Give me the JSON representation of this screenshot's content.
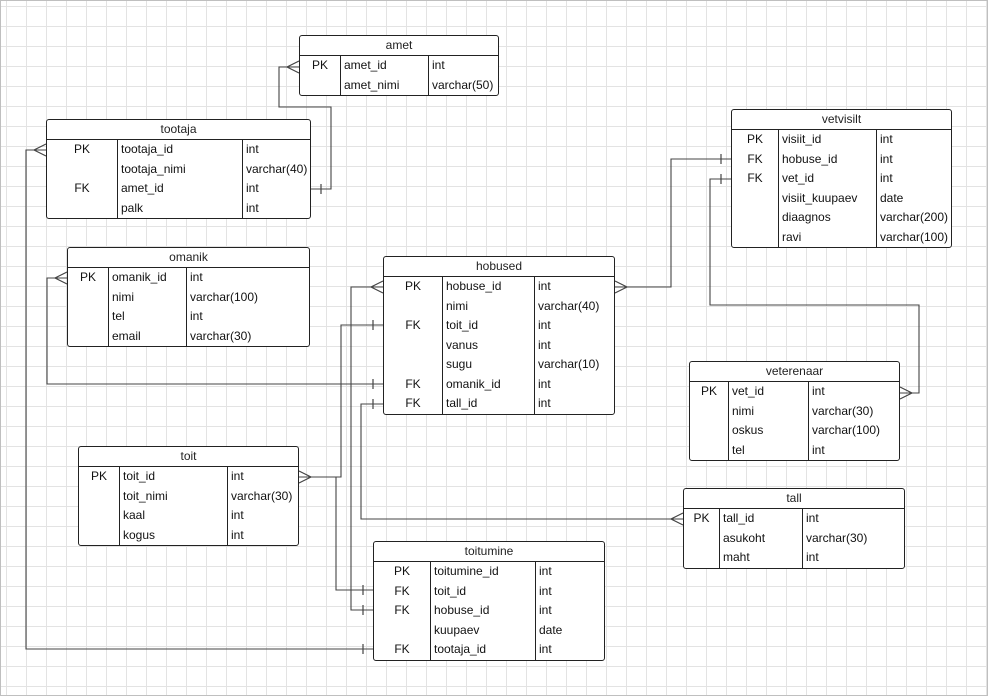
{
  "tables": [
    {
      "id": "amet",
      "title": "amet",
      "rows": [
        {
          "key": "PK",
          "name": "amet_id",
          "type": "int"
        },
        {
          "key": "",
          "name": "amet_nimi",
          "type": "varchar(50)"
        }
      ]
    },
    {
      "id": "tootaja",
      "title": "tootaja",
      "rows": [
        {
          "key": "PK",
          "name": "tootaja_id",
          "type": "int"
        },
        {
          "key": "",
          "name": "tootaja_nimi",
          "type": "varchar(40)"
        },
        {
          "key": "FK",
          "name": "amet_id",
          "type": "int"
        },
        {
          "key": "",
          "name": "palk",
          "type": "int"
        }
      ]
    },
    {
      "id": "omanik",
      "title": "omanik",
      "rows": [
        {
          "key": "PK",
          "name": "omanik_id",
          "type": "int"
        },
        {
          "key": "",
          "name": "nimi",
          "type": "varchar(100)"
        },
        {
          "key": "",
          "name": "tel",
          "type": "int"
        },
        {
          "key": "",
          "name": "email",
          "type": "varchar(30)"
        }
      ]
    },
    {
      "id": "hobused",
      "title": "hobused",
      "rows": [
        {
          "key": "PK",
          "name": "hobuse_id",
          "type": "int"
        },
        {
          "key": "",
          "name": "nimi",
          "type": "varchar(40)"
        },
        {
          "key": "FK",
          "name": "toit_id",
          "type": "int"
        },
        {
          "key": "",
          "name": "vanus",
          "type": "int"
        },
        {
          "key": "",
          "name": "sugu",
          "type": "varchar(10)"
        },
        {
          "key": "FK",
          "name": "omanik_id",
          "type": "int"
        },
        {
          "key": "FK",
          "name": "tall_id",
          "type": "int"
        }
      ]
    },
    {
      "id": "vetvisilt",
      "title": "vetvisilt",
      "rows": [
        {
          "key": "PK",
          "name": "visiit_id",
          "type": "int"
        },
        {
          "key": "FK",
          "name": "hobuse_id",
          "type": "int"
        },
        {
          "key": "FK",
          "name": "vet_id",
          "type": "int"
        },
        {
          "key": "",
          "name": "visiit_kuupaev",
          "type": "date"
        },
        {
          "key": "",
          "name": "diaagnos",
          "type": "varchar(200)"
        },
        {
          "key": "",
          "name": "ravi",
          "type": "varchar(100)"
        }
      ]
    },
    {
      "id": "veterenaar",
      "title": "veterenaar",
      "rows": [
        {
          "key": "PK",
          "name": "vet_id",
          "type": "int"
        },
        {
          "key": "",
          "name": "nimi",
          "type": "varchar(30)"
        },
        {
          "key": "",
          "name": "oskus",
          "type": "varchar(100)"
        },
        {
          "key": "",
          "name": "tel",
          "type": "int"
        }
      ]
    },
    {
      "id": "toit",
      "title": "toit",
      "rows": [
        {
          "key": "PK",
          "name": "toit_id",
          "type": "int"
        },
        {
          "key": "",
          "name": "toit_nimi",
          "type": "varchar(30)"
        },
        {
          "key": "",
          "name": "kaal",
          "type": "int"
        },
        {
          "key": "",
          "name": "kogus",
          "type": "int"
        }
      ]
    },
    {
      "id": "tall",
      "title": "tall",
      "rows": [
        {
          "key": "PK",
          "name": "tall_id",
          "type": "int"
        },
        {
          "key": "",
          "name": "asukoht",
          "type": "varchar(30)"
        },
        {
          "key": "",
          "name": "maht",
          "type": "int"
        }
      ]
    },
    {
      "id": "toitumine",
      "title": "toitumine",
      "rows": [
        {
          "key": "PK",
          "name": "toitumine_id",
          "type": "int"
        },
        {
          "key": "FK",
          "name": "toit_id",
          "type": "int"
        },
        {
          "key": "FK",
          "name": "hobuse_id",
          "type": "int"
        },
        {
          "key": "",
          "name": "kuupaev",
          "type": "date"
        },
        {
          "key": "FK",
          "name": "tootaja_id",
          "type": "int"
        }
      ]
    }
  ],
  "relations": [
    {
      "id": "amet-tootaja",
      "from": "amet.amet_id",
      "to": "tootaja.amet_id"
    },
    {
      "id": "tootaja-toitumine",
      "from": "tootaja.tootaja_id",
      "to": "toitumine.tootaja_id"
    },
    {
      "id": "omanik-hobused",
      "from": "omanik.omanik_id",
      "to": "hobused.omanik_id"
    },
    {
      "id": "hobused-vetvisilt",
      "from": "hobused.hobuse_id",
      "to": "vetvisilt.hobuse_id"
    },
    {
      "id": "veterenaar-vetvisilt",
      "from": "veterenaar.vet_id",
      "to": "vetvisilt.vet_id"
    },
    {
      "id": "toit-hobused",
      "from": "toit.toit_id",
      "to": "hobused.toit_id"
    },
    {
      "id": "toit-toitumine",
      "from": "toit.toit_id",
      "to": "toitumine.toit_id"
    },
    {
      "id": "hobused-toitumine",
      "from": "hobused.hobuse_id",
      "to": "toitumine.hobuse_id"
    },
    {
      "id": "tall-hobused",
      "from": "tall.tall_id",
      "to": "hobused.tall_id"
    }
  ]
}
